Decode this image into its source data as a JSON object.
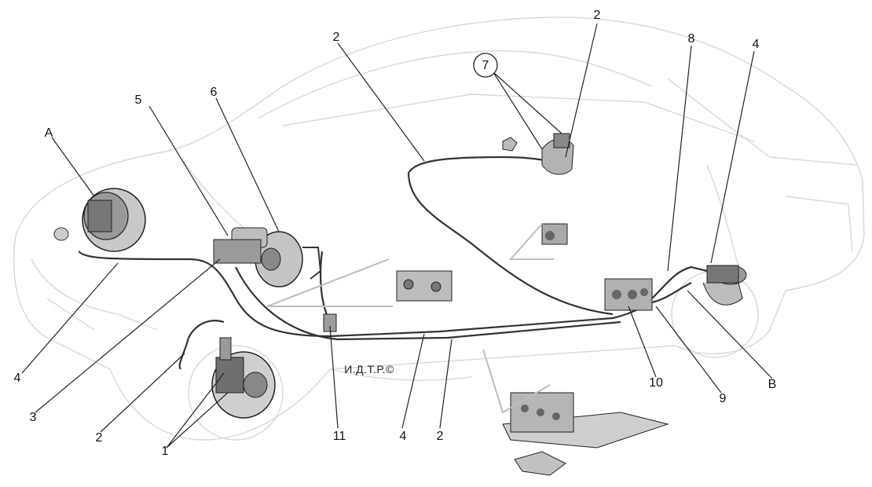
{
  "labels": {
    "A": "A",
    "B": "B",
    "n1": "1",
    "n2": "2",
    "n3": "3",
    "n4": "4",
    "n5": "5",
    "n6": "6",
    "n7": "7",
    "n8": "8",
    "n9": "9",
    "n10": "10",
    "n11": "11"
  },
  "copyright": "И.Д.Т.Р.©"
}
